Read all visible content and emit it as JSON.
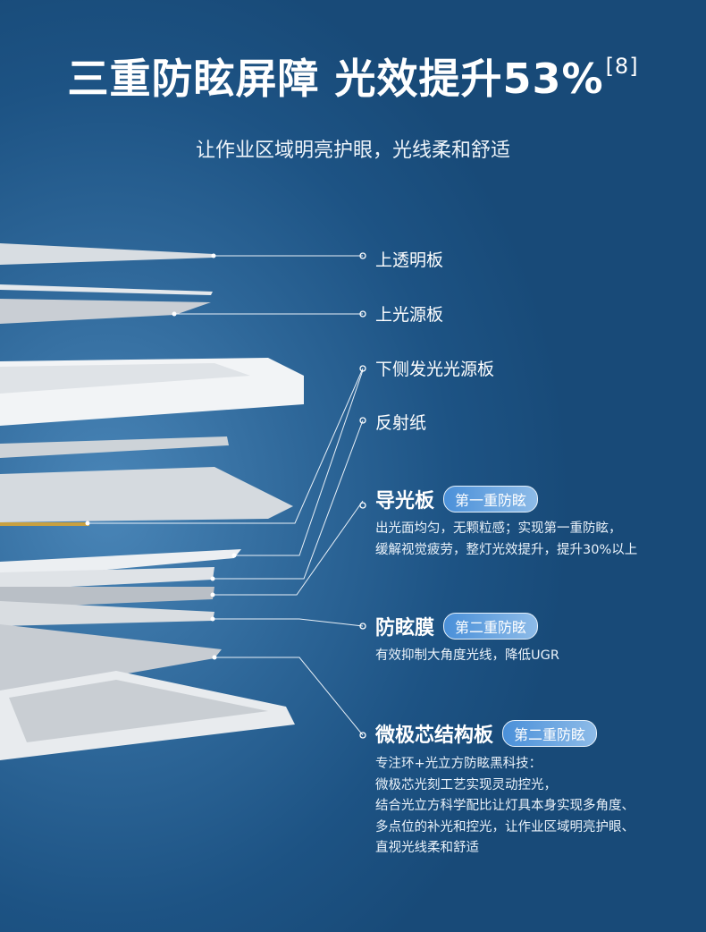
{
  "header": {
    "title": "三重防眩屏障 光效提升53%",
    "title_ref": "[8]",
    "subtitle": "让作业区域明亮护眼，光线柔和舒适"
  },
  "layers": [
    {
      "label": "上透明板"
    },
    {
      "label": "上光源板"
    },
    {
      "label": "下侧发光光源板"
    },
    {
      "label": "反射纸"
    },
    {
      "label": "导光板",
      "badge": "第一重防眩",
      "desc": [
        "出光面均匀，无颗粒感；实现第一重防眩，",
        "缓解视觉疲劳，整灯光效提升，提升30%以上"
      ]
    },
    {
      "label": "防眩膜",
      "badge": "第二重防眩",
      "desc": [
        "有效抑制大角度光线，降低UGR"
      ]
    },
    {
      "label": "微极芯结构板",
      "badge": "第二重防眩",
      "desc": [
        "专注环+光立方防眩黑科技：",
        "微极芯光刻工艺实现灵动控光，",
        "结合光立方科学配比让灯具本身实现多角度、",
        "多点位的补光和控光，让作业区域明亮护眼、",
        "直视光线柔和舒适"
      ]
    }
  ]
}
